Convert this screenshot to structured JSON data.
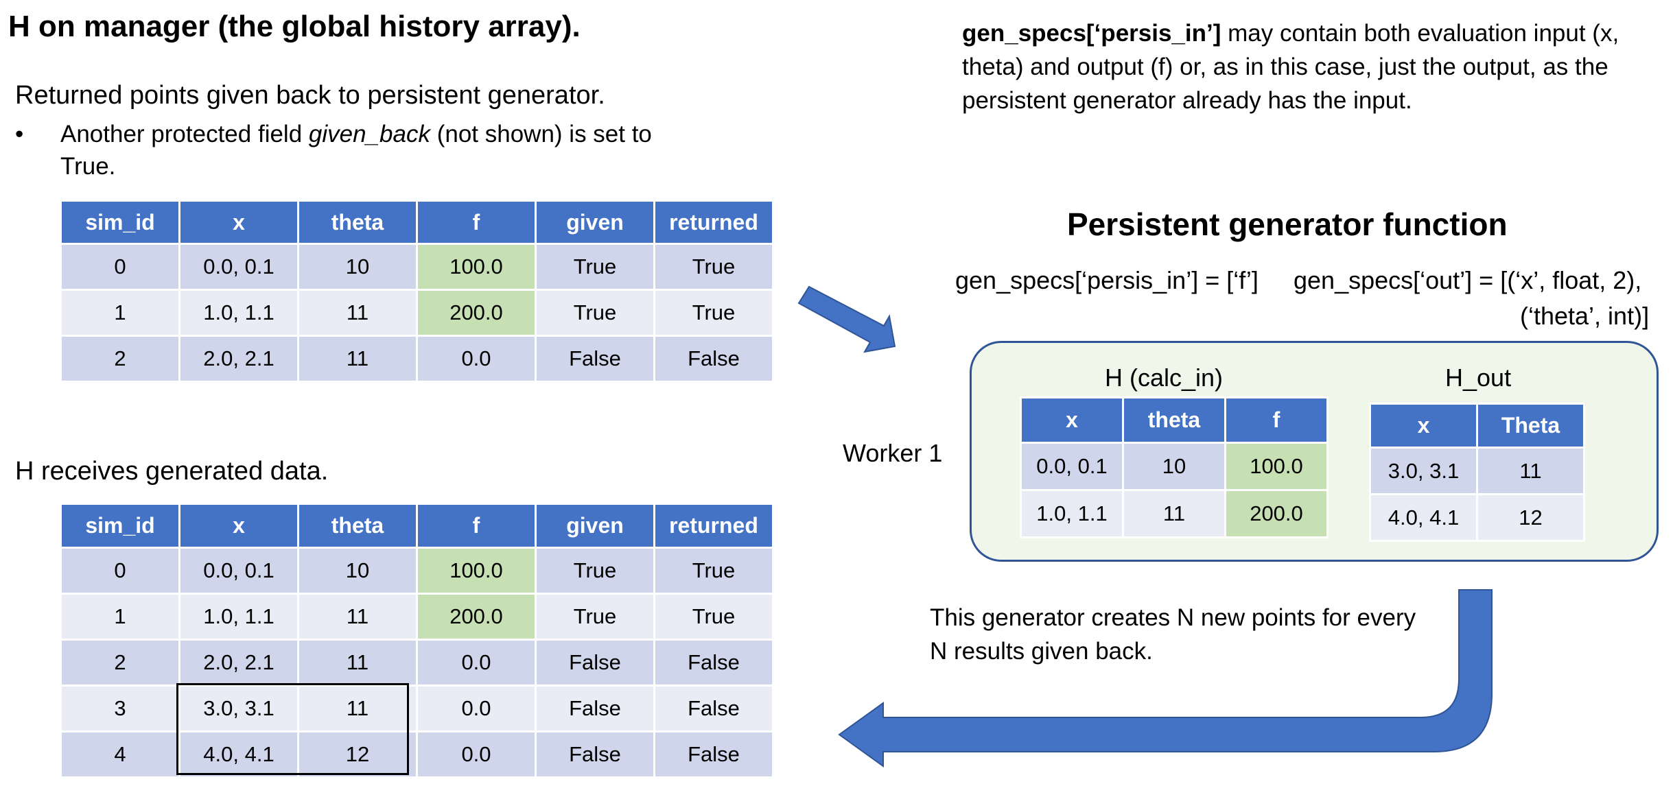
{
  "title": "H on manager (the global history array).",
  "returned_section": {
    "heading": "Returned  points given back to persistent generator.",
    "bullet_symbol": "•",
    "bullet_pre": "Another protected field ",
    "bullet_italic": "given_back",
    "bullet_post": " (not shown) is set to True."
  },
  "receives_section": {
    "heading": "H receives  generated  data."
  },
  "table_returned": {
    "headers": [
      "sim_id",
      "x",
      "theta",
      "f",
      "given",
      "returned"
    ],
    "rows": [
      [
        "0",
        "0.0, 0.1",
        "10",
        "100.0",
        "True",
        "True"
      ],
      [
        "1",
        "1.0, 1.1",
        "11",
        "200.0",
        "True",
        "True"
      ],
      [
        "2",
        "2.0, 2.1",
        "11",
        "0.0",
        "False",
        "False"
      ]
    ]
  },
  "table_received": {
    "headers": [
      "sim_id",
      "x",
      "theta",
      "f",
      "given",
      "returned"
    ],
    "rows": [
      [
        "0",
        "0.0, 0.1",
        "10",
        "100.0",
        "True",
        "True"
      ],
      [
        "1",
        "1.0, 1.1",
        "11",
        "200.0",
        "True",
        "True"
      ],
      [
        "2",
        "2.0, 2.1",
        "11",
        "0.0",
        "False",
        "False"
      ],
      [
        "3",
        "3.0, 3.1",
        "11",
        "0.0",
        "False",
        "False"
      ],
      [
        "4",
        "4.0, 4.1",
        "12",
        "0.0",
        "False",
        "False"
      ]
    ]
  },
  "persis_note": {
    "bold": "gen_specs[‘persis_in’]",
    "rest": " may contain both evaluation input (x, theta) and output (f) or, as in this case, just the output, as the persistent generator already has the input."
  },
  "generator": {
    "title": "Persistent generator function",
    "spec_persis": "gen_specs[‘persis_in’] = [‘f’]",
    "spec_out_line1": "gen_specs[‘out’] = [(‘x’, float, 2),",
    "spec_out_line2": "(‘theta’, int)]",
    "worker_label": "Worker 1",
    "calc_in_label": "H (calc_in)",
    "out_label": "H_out",
    "calc_in_table": {
      "headers": [
        "x",
        "theta",
        "f"
      ],
      "rows": [
        [
          "0.0, 0.1",
          "10",
          "100.0"
        ],
        [
          "1.0, 1.1",
          "11",
          "200.0"
        ]
      ]
    },
    "out_table": {
      "headers": [
        "x",
        "Theta"
      ],
      "rows": [
        [
          "3.0, 3.1",
          "11"
        ],
        [
          "4.0, 4.1",
          "12"
        ]
      ]
    },
    "note": "This generator creates N new points for every N results given back."
  },
  "colors": {
    "header_blue": "#4472c4",
    "row_dark": "#cfd5ea",
    "row_light": "#e9ebf5",
    "highlight_green": "#c6e0b4",
    "panel_fill": "#f1f6eb",
    "panel_border": "#2f5597",
    "arrow": "#4472c4"
  }
}
